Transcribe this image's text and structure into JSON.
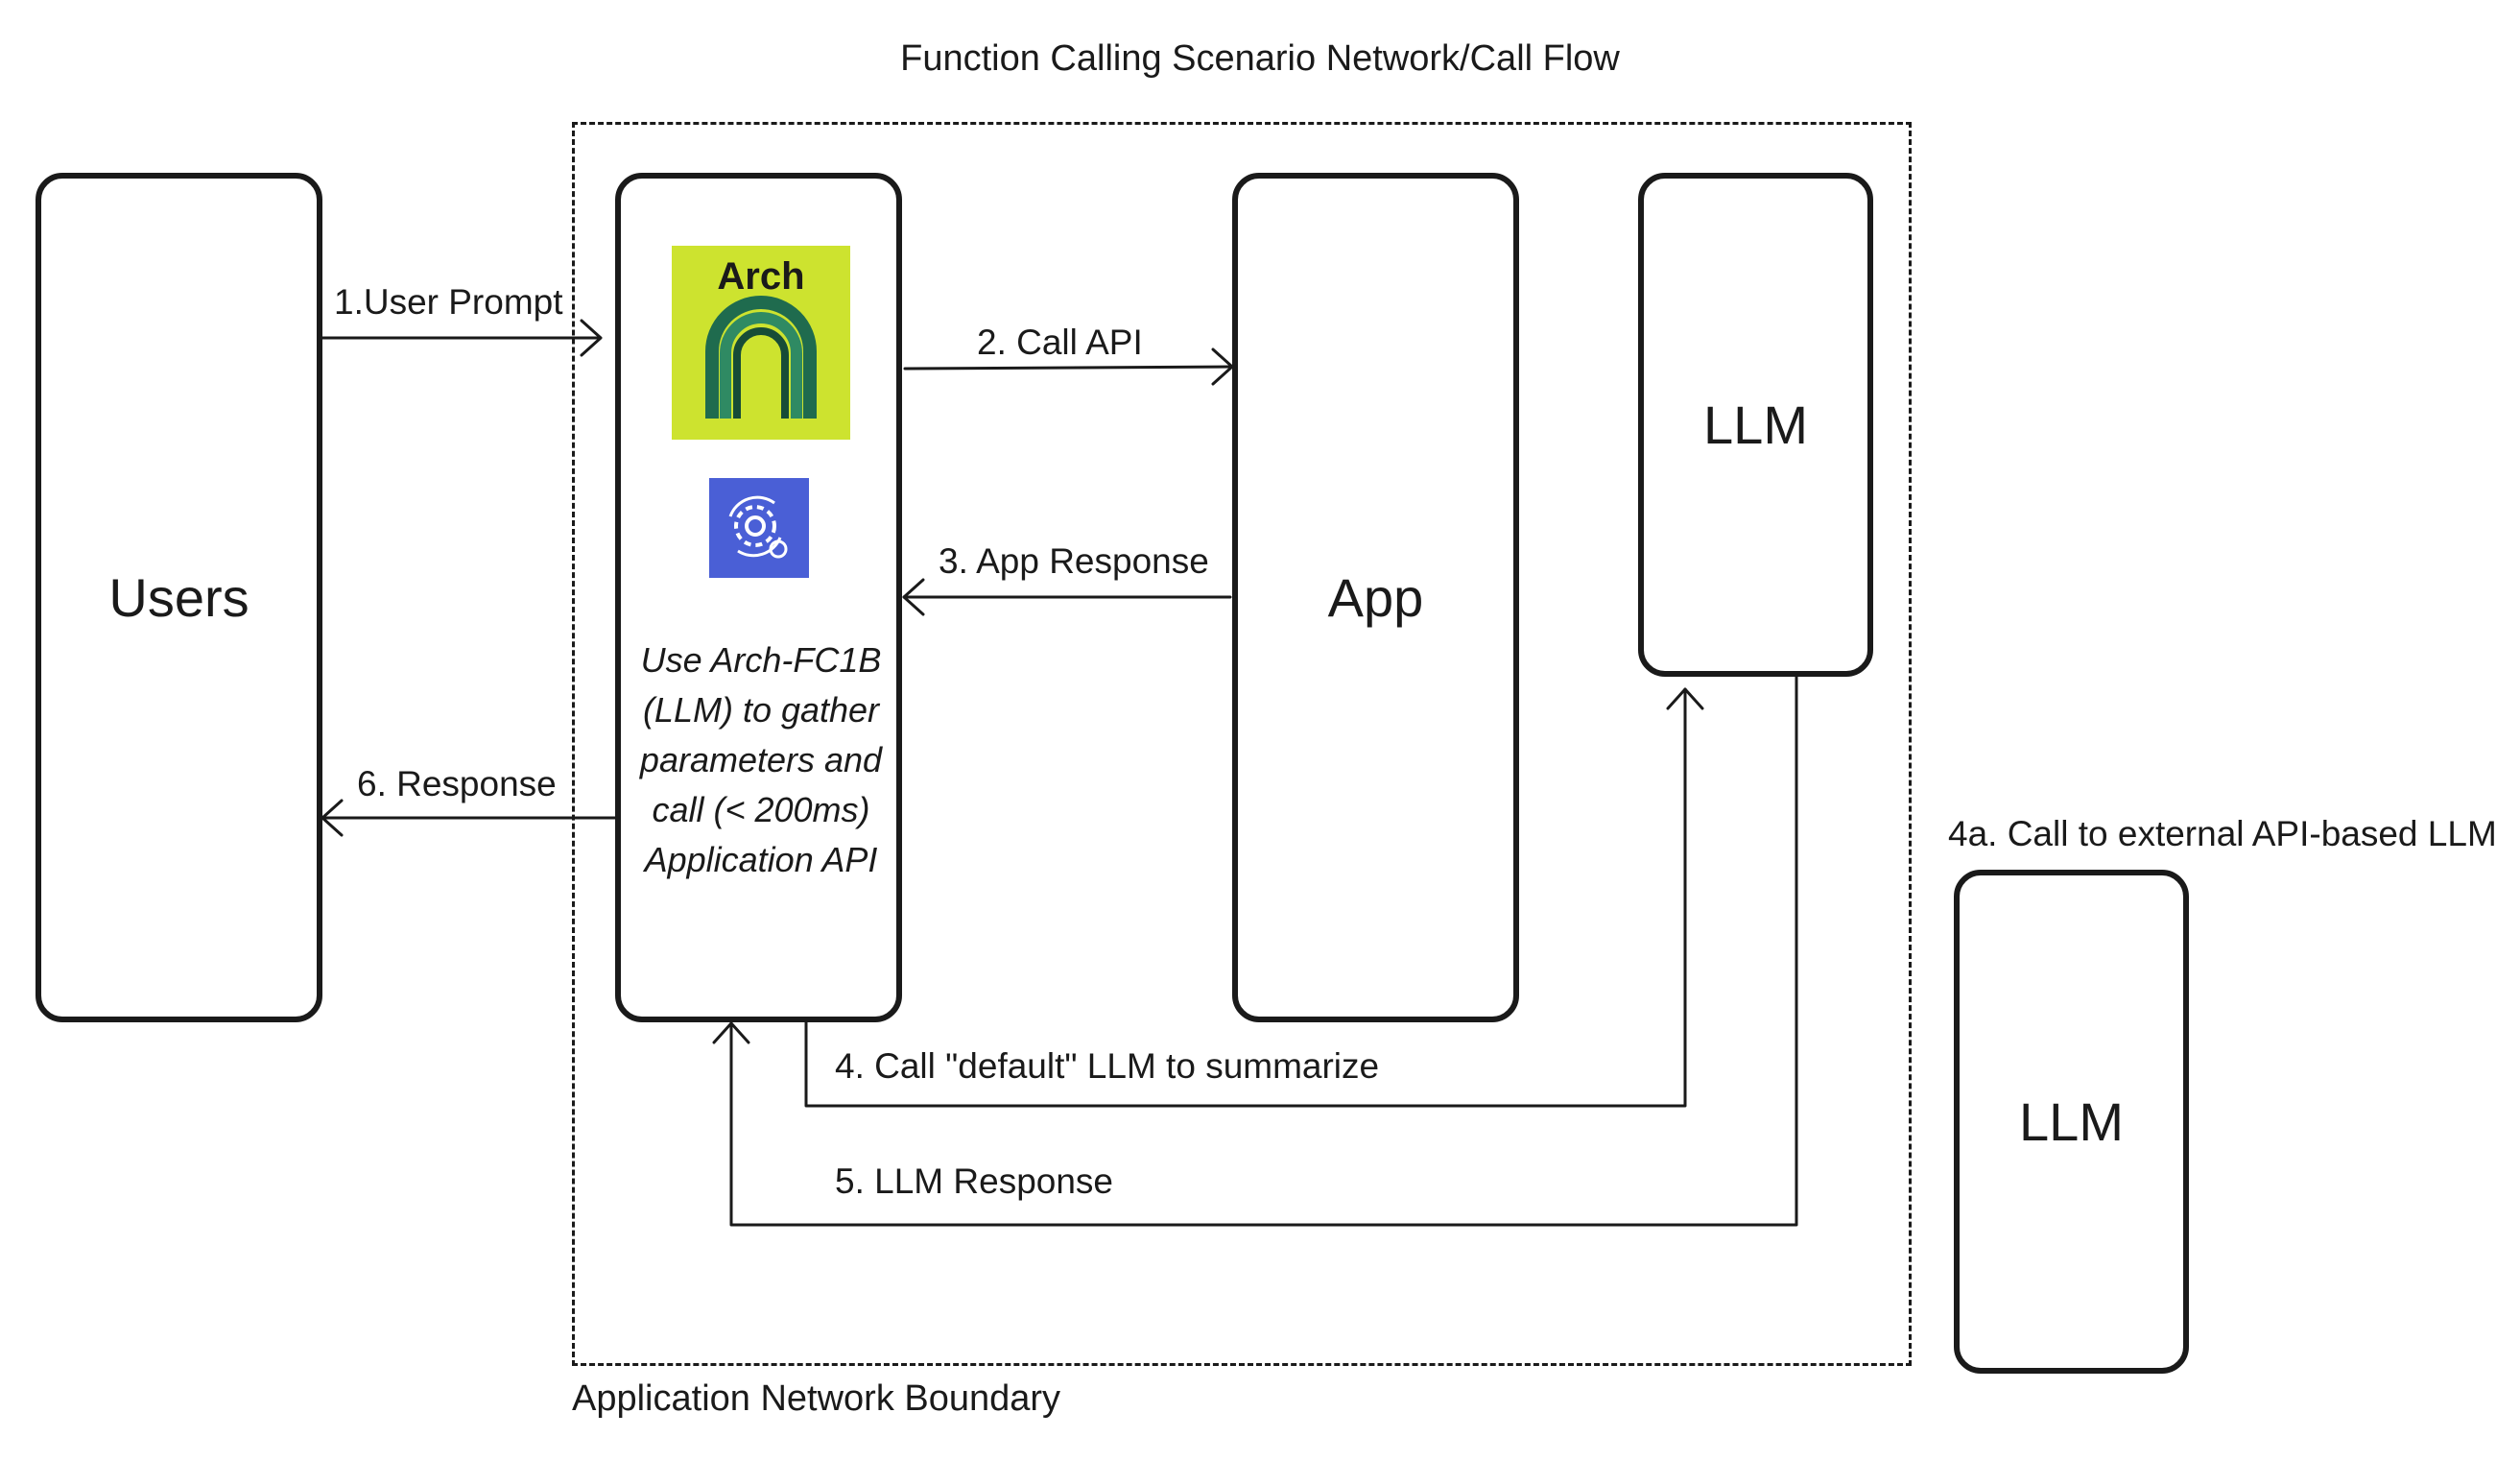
{
  "diagram": {
    "title": "Function Calling Scenario Network/Call Flow",
    "boundary_label": "Application Network Boundary",
    "nodes": {
      "users": "Users",
      "app": "App",
      "llm_internal": "LLM",
      "llm_external": "LLM",
      "arch_logo_text": "Arch"
    },
    "gateway_description": [
      "Use Arch-FC1B",
      "(LLM) to gather",
      "parameters and",
      "call (< 200ms)",
      "Application API"
    ],
    "edges": {
      "e1": "1.User Prompt",
      "e2": "2. Call API",
      "e3": "3. App Response",
      "e4": "4. Call \"default\" LLM to summarize",
      "e4a": "4a. Call to external API-based LLM",
      "e5": "5. LLM Response",
      "e6": "6.  Response"
    },
    "colors": {
      "arch_brand": "#cde32f",
      "arch_arc": "#1f6b4e",
      "gear_tile": "#4a5fd6"
    },
    "icons": {
      "arch_logo": "arch-arc-icon",
      "gear_tile": "gear-refresh-icon"
    }
  }
}
